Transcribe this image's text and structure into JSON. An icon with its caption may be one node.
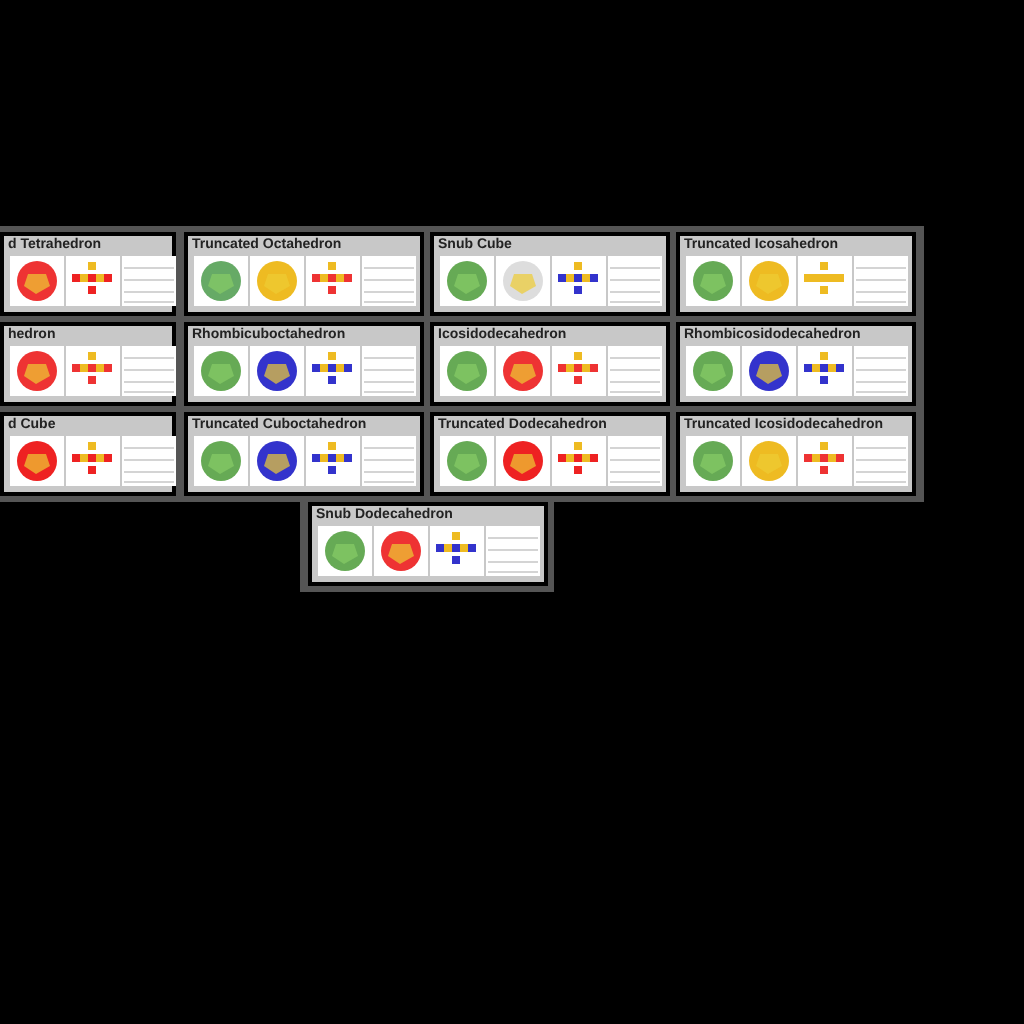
{
  "diagram": {
    "nodes": [
      {
        "text": [
          "d Tetrahedron"
        ]
      },
      {
        "text": [
          "Truncated Octahedron"
        ]
      },
      {
        "text": [
          "Snub Cube"
        ]
      },
      {
        "text": [
          "Truncated Icosahedron"
        ]
      },
      {
        "text": [
          "hedron"
        ]
      },
      {
        "text": [
          "Rhombicuboctahedron"
        ]
      },
      {
        "text": [
          "Icosidodecahedron"
        ]
      },
      {
        "text": [
          "Rhombicosidodecahedron"
        ]
      },
      {
        "text": [
          "d Cube"
        ]
      },
      {
        "text": [
          "Truncated Cuboctahedron"
        ]
      },
      {
        "text": [
          "Truncated Dodecahedron"
        ]
      },
      {
        "text": [
          "Truncated Icosidodecahedron"
        ]
      },
      {
        "text": [
          "Snub Dodecahedron"
        ]
      }
    ]
  }
}
